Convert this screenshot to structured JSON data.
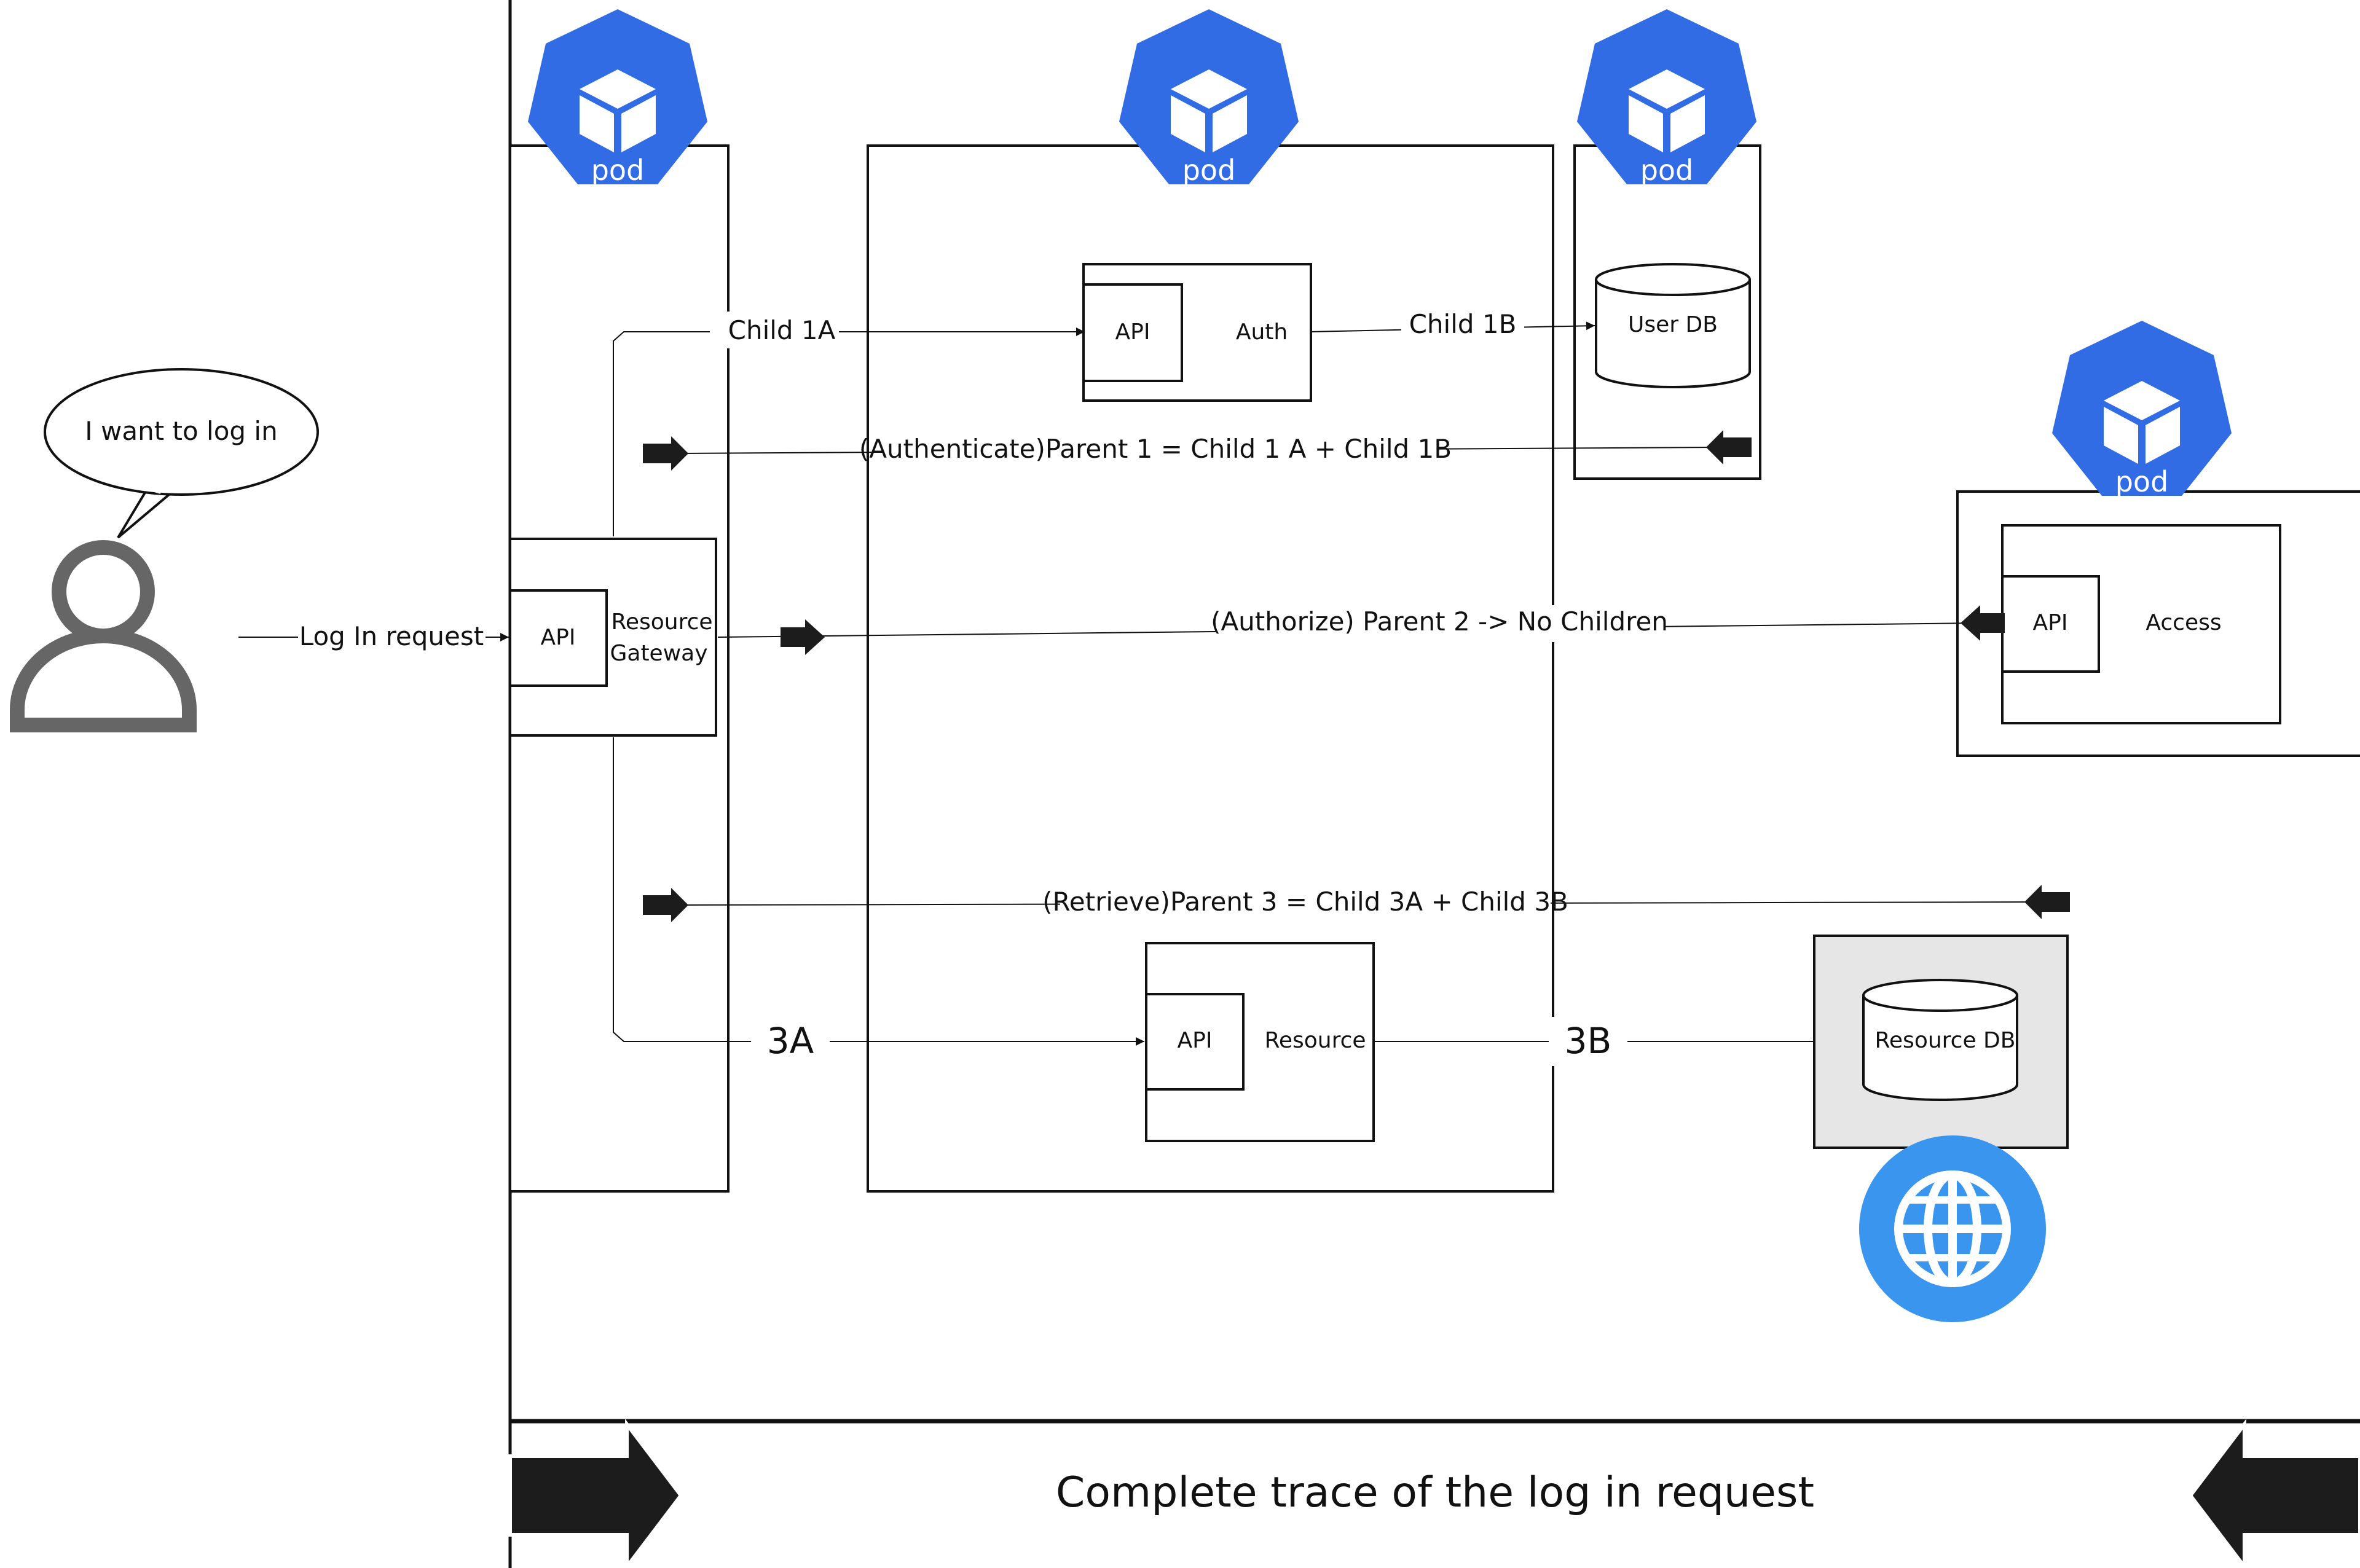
{
  "colors": {
    "pod_blue": "#326ce5",
    "globe_blue": "#3a95ee",
    "person_gray": "#666666",
    "arrow_black": "#1c1c1c",
    "resource_db_bg": "#e6e6e6"
  },
  "speech_bubble": {
    "text": "I want to log in"
  },
  "pods": [
    {
      "id": "gateway",
      "label": "pod",
      "icon": "kubernetes-pod-icon"
    },
    {
      "id": "auth",
      "label": "pod",
      "icon": "kubernetes-pod-icon"
    },
    {
      "id": "userdb",
      "label": "pod",
      "icon": "kubernetes-pod-icon"
    },
    {
      "id": "access",
      "label": "pod",
      "icon": "kubernetes-pod-icon"
    }
  ],
  "services": {
    "gateway": {
      "api": "API",
      "name_line1": "Resource",
      "name_line2": "Gateway"
    },
    "auth": {
      "api": "API",
      "name": "Auth"
    },
    "resource": {
      "api": "API",
      "name": "Resource"
    },
    "access": {
      "api": "API",
      "name": "Access"
    }
  },
  "databases": {
    "user_db": "User DB",
    "resource_db": "Resource DB"
  },
  "edges": {
    "login_request": "Log In request",
    "child_1a": "Child 1A",
    "child_1b": "Child 1B",
    "parent_1": "(Authenticate)Parent 1 = Child 1 A + Child 1B",
    "parent_2": "(Authorize) Parent 2 -> No Children",
    "parent_3": "(Retrieve)Parent 3 = Child 3A + Child 3B",
    "child_3a": "3A",
    "child_3b": "3B"
  },
  "footer": {
    "caption": "Complete trace of the log in request"
  },
  "icons": {
    "person": "person-icon",
    "globe": "globe-icon"
  }
}
